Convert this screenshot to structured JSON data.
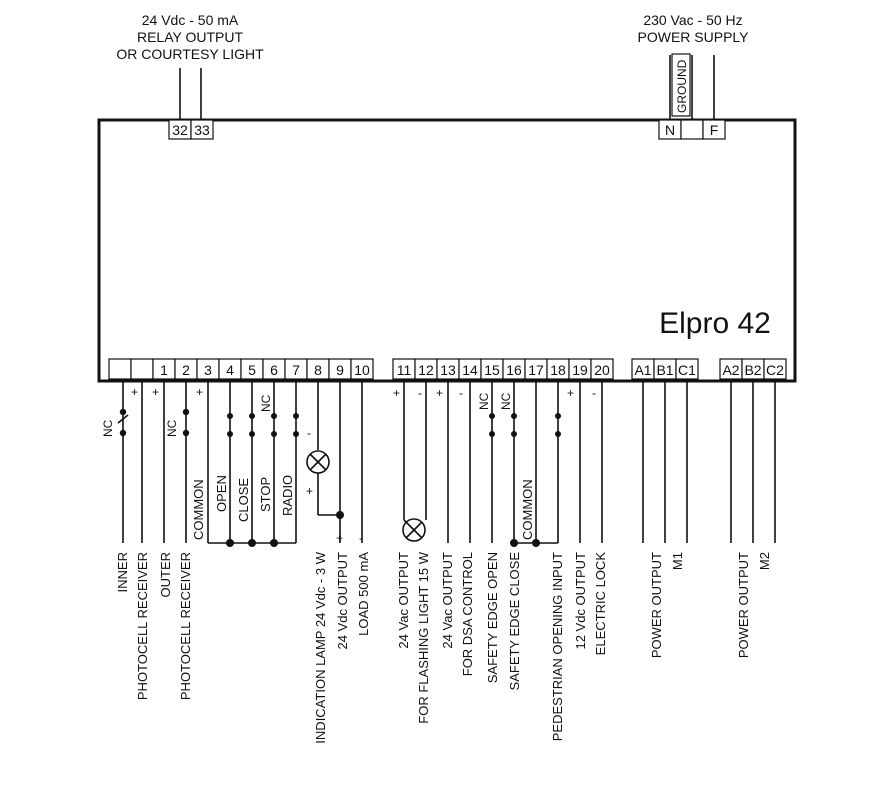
{
  "relay": {
    "line1": "24 Vdc - 50 mA",
    "line2": "RELAY OUTPUT",
    "line3": "OR COURTESY LIGHT",
    "t32": "32",
    "t33": "33"
  },
  "power": {
    "line1": "230 Vac - 50 Hz",
    "line2": "POWER SUPPLY",
    "ground": "GROUND",
    "tN": "N",
    "tF": "F"
  },
  "brand": {
    "name": "Elpro 42",
    "color": "#d81e2c"
  },
  "terminals": [
    "1",
    "2",
    "3",
    "4",
    "5",
    "6",
    "7",
    "8",
    "9",
    "10",
    "11",
    "12",
    "13",
    "14",
    "15",
    "16",
    "17",
    "18",
    "19",
    "20",
    "A1",
    "B1",
    "C1",
    "A2",
    "B2",
    "C2"
  ],
  "contact_labels": {
    "nc": "NC",
    "open": "OPEN",
    "close": "CLOSE",
    "stop": "STOP",
    "radio": "RADIO",
    "common": "COMMON",
    "plus": "+",
    "minus": "-"
  },
  "bottom_labels": {
    "inner": "INNER",
    "photocell_receiver": "PHOTOCELL RECEIVER",
    "outer": "OUTER",
    "indication_lamp": "INDICATION LAMP 24 Vdc - 3 W",
    "out_24vdc": "24 Vdc OUTPUT",
    "load": "LOAD 500 mA",
    "out_24vac": "24 Vac OUTPUT",
    "flashing": "FOR FLASHING LIGHT 15 W",
    "dsa": "FOR DSA CONTROL",
    "edge_open": "SAFETY EDGE OPEN",
    "edge_close": "SAFETY EDGE CLOSE",
    "pedestrian": "PEDESTRIAN OPENING INPUT",
    "out_12vdc": "12 Vdc OUTPUT",
    "electric_lock": "ELECTRIC LOCK",
    "power_output": "POWER OUTPUT",
    "m1": "M1",
    "m2": "M2"
  }
}
